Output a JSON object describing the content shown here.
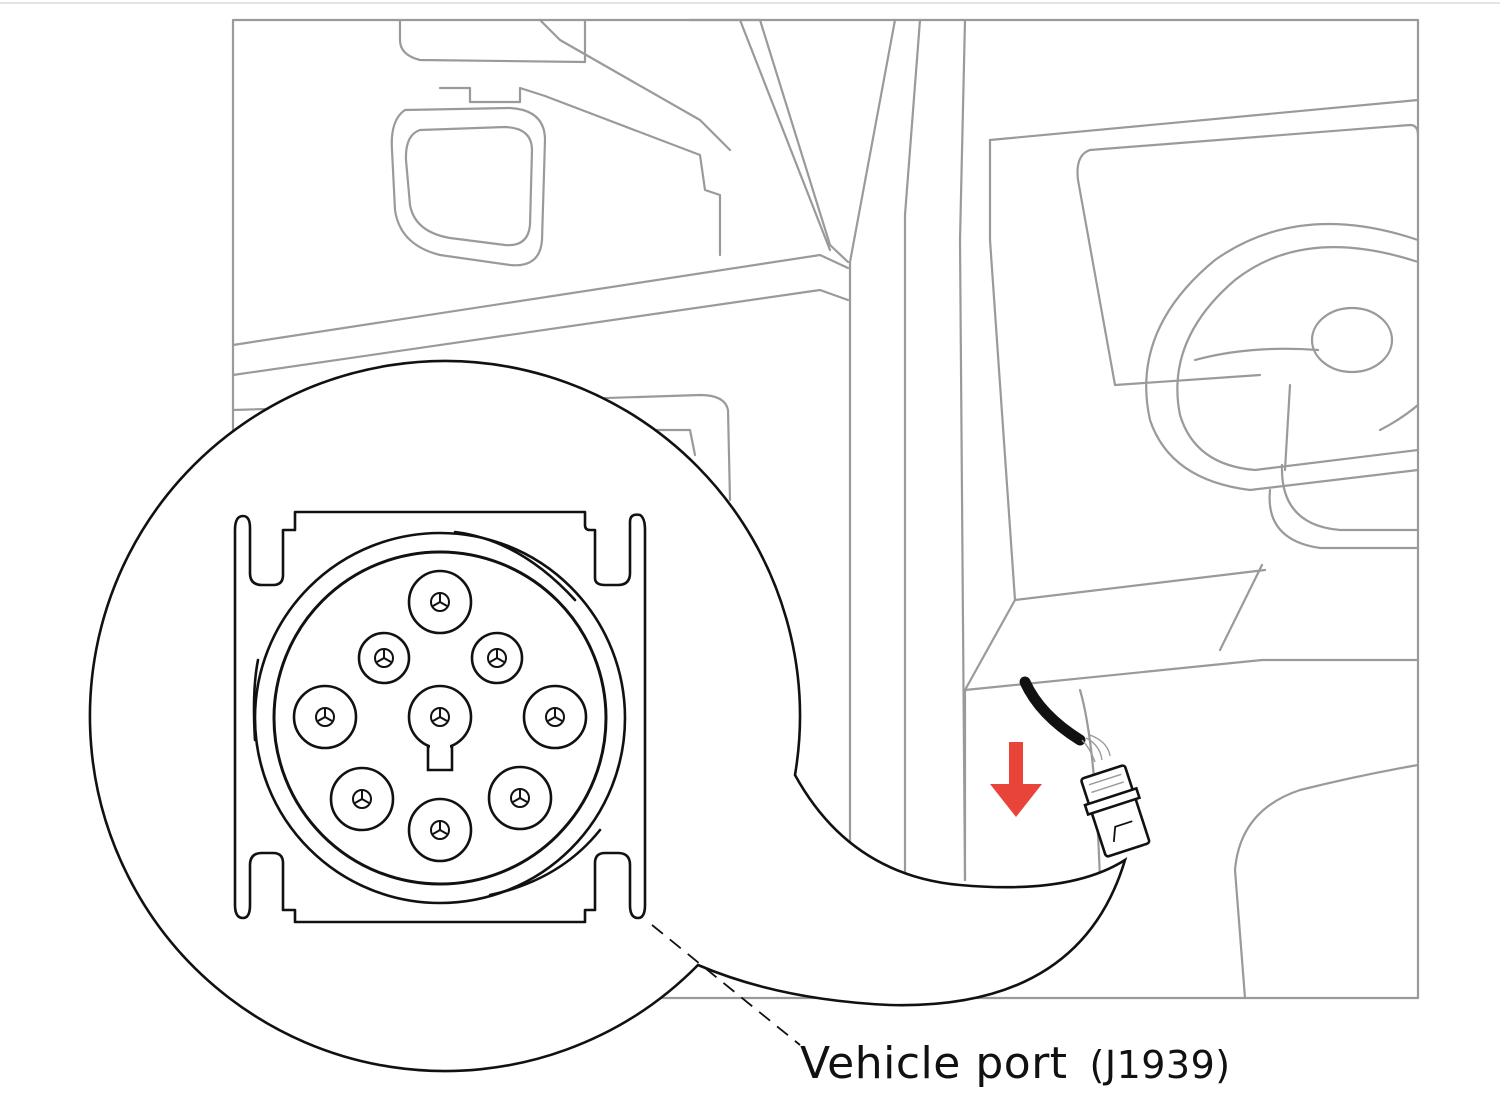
{
  "callout": {
    "label": "Vehicle port",
    "code": "(J1939)"
  },
  "colors": {
    "arrow": "#e8443a",
    "outline": "#9a9a9a",
    "ink": "#111111",
    "connector_face": "#f2f2f2"
  },
  "icons": {
    "direction": "arrow-down-icon",
    "port": "j1939-connector-icon",
    "plug": "cable-plug-icon"
  },
  "connector": {
    "pin_count": 9
  }
}
